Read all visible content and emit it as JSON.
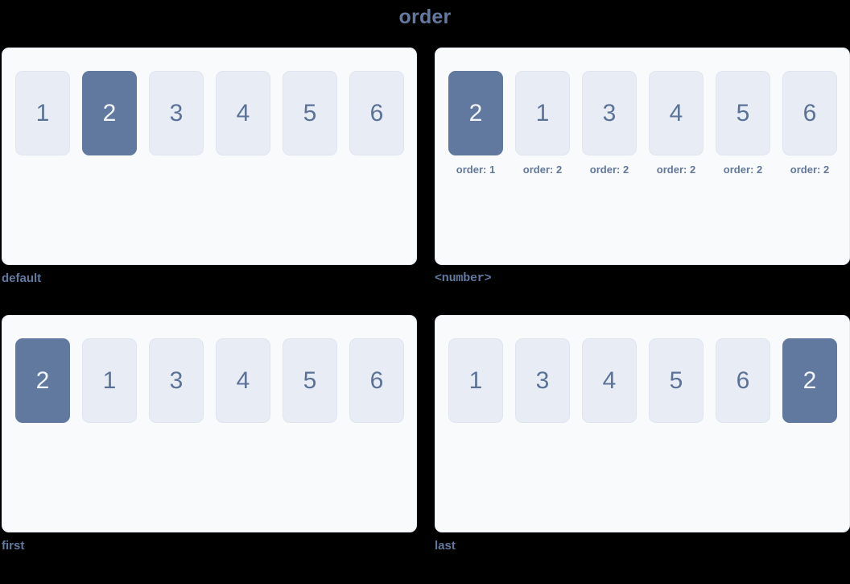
{
  "title": "order",
  "theme": {
    "background": "#000000",
    "panel_background": "#f8fafc",
    "panel_border": "#e7ebf2",
    "item_background": "#e8ecf5",
    "item_text": "#5b7296",
    "item_highlight_background": "#61799e",
    "item_highlight_text": "#f1f5fa",
    "label_color": "#62799f",
    "title_color": "#64799f"
  },
  "panels": [
    {
      "label": "default",
      "label_style": "text",
      "show_captions": false,
      "items": [
        {
          "value": "1",
          "highlighted": false,
          "caption": ""
        },
        {
          "value": "2",
          "highlighted": true,
          "caption": ""
        },
        {
          "value": "3",
          "highlighted": false,
          "caption": ""
        },
        {
          "value": "4",
          "highlighted": false,
          "caption": ""
        },
        {
          "value": "5",
          "highlighted": false,
          "caption": ""
        },
        {
          "value": "6",
          "highlighted": false,
          "caption": ""
        }
      ]
    },
    {
      "label": "<number>",
      "label_style": "code",
      "show_captions": true,
      "items": [
        {
          "value": "2",
          "highlighted": true,
          "caption": "order: 1"
        },
        {
          "value": "1",
          "highlighted": false,
          "caption": "order: 2"
        },
        {
          "value": "3",
          "highlighted": false,
          "caption": "order: 2"
        },
        {
          "value": "4",
          "highlighted": false,
          "caption": "order: 2"
        },
        {
          "value": "5",
          "highlighted": false,
          "caption": "order: 2"
        },
        {
          "value": "6",
          "highlighted": false,
          "caption": "order: 2"
        }
      ]
    },
    {
      "label": "first",
      "label_style": "text",
      "show_captions": false,
      "items": [
        {
          "value": "2",
          "highlighted": true,
          "caption": ""
        },
        {
          "value": "1",
          "highlighted": false,
          "caption": ""
        },
        {
          "value": "3",
          "highlighted": false,
          "caption": ""
        },
        {
          "value": "4",
          "highlighted": false,
          "caption": ""
        },
        {
          "value": "5",
          "highlighted": false,
          "caption": ""
        },
        {
          "value": "6",
          "highlighted": false,
          "caption": ""
        }
      ]
    },
    {
      "label": "last",
      "label_style": "text",
      "show_captions": false,
      "items": [
        {
          "value": "1",
          "highlighted": false,
          "caption": ""
        },
        {
          "value": "3",
          "highlighted": false,
          "caption": ""
        },
        {
          "value": "4",
          "highlighted": false,
          "caption": ""
        },
        {
          "value": "5",
          "highlighted": false,
          "caption": ""
        },
        {
          "value": "6",
          "highlighted": false,
          "caption": ""
        },
        {
          "value": "2",
          "highlighted": true,
          "caption": ""
        }
      ]
    }
  ]
}
